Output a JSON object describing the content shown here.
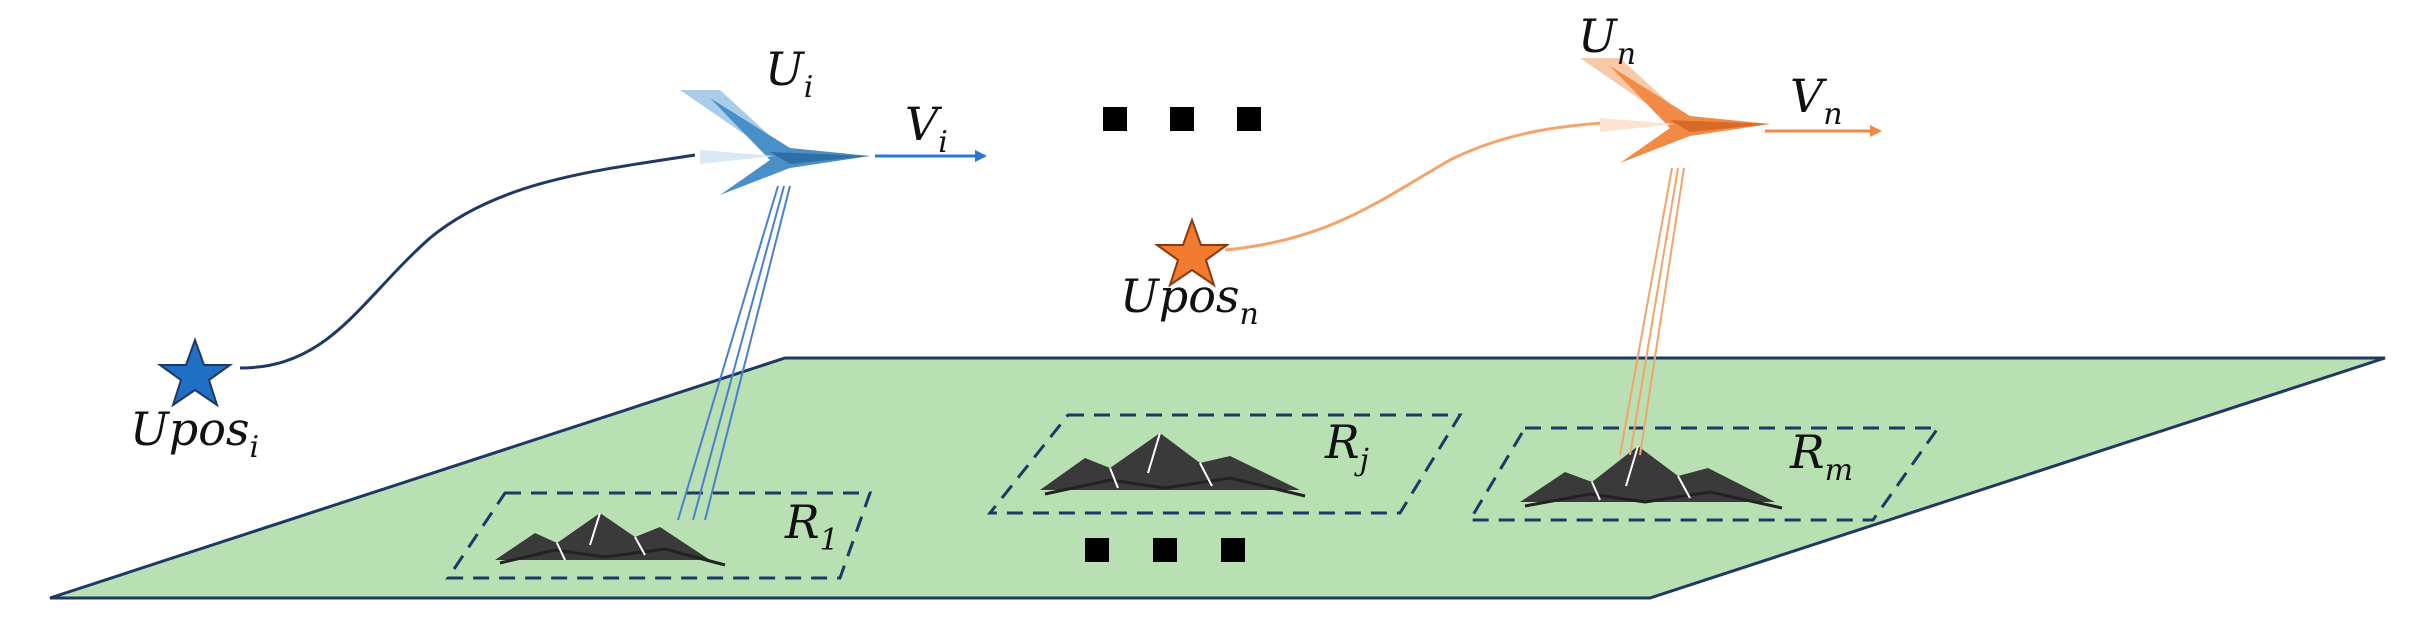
{
  "colors": {
    "ground_fill": "#b9e0b3",
    "ground_stroke": "#1f3864",
    "region_stroke": "#1f3864",
    "uav_blue": "#4a90c8",
    "uav_blue_light": "#a9cde8",
    "uav_orange": "#f08a45",
    "uav_orange_light": "#f8c9a6",
    "path_blue": "#1f3864",
    "path_orange": "#f4a36a",
    "star_blue": "#1f6fc4",
    "star_orange": "#f07a2f",
    "arrow_blue": "#2e75d6",
    "arrow_orange": "#f08a45",
    "ellipsis": "#000000"
  },
  "labels": {
    "uav_i": {
      "base": "U",
      "sub": "i"
    },
    "uav_n": {
      "base": "U",
      "sub": "n"
    },
    "vel_i": {
      "base": "V",
      "sub": "i"
    },
    "vel_n": {
      "base": "V",
      "sub": "n"
    },
    "pos_i": {
      "base": "Upos",
      "sub": "i"
    },
    "pos_n": {
      "base": "Upos",
      "sub": "n"
    },
    "region_1": {
      "base": "R",
      "sub": "1"
    },
    "region_j": {
      "base": "R",
      "sub": "j"
    },
    "region_m": {
      "base": "R",
      "sub": "m"
    }
  },
  "icons": {
    "uav": "uav-plane-icon",
    "start": "star-icon",
    "region": "mountain-icon",
    "ellipsis": "ellipsis-squares-icon"
  }
}
